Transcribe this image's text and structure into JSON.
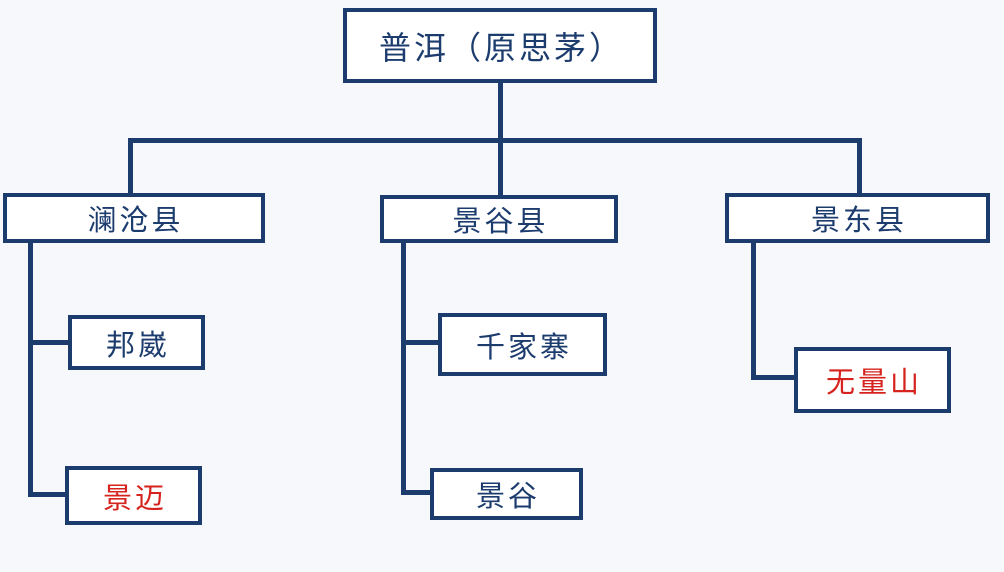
{
  "colors": {
    "navy": "#1c3c6e",
    "red": "#d6231e",
    "box_fill": "#ffffff",
    "background": "#f7f8fb"
  },
  "tree": {
    "root": {
      "label": "普洱（原思茅）"
    },
    "branches": [
      {
        "label": "澜沧县",
        "children": [
          {
            "label": "邦崴",
            "emphasis": "normal"
          },
          {
            "label": "景迈",
            "emphasis": "red"
          }
        ]
      },
      {
        "label": "景谷县",
        "children": [
          {
            "label": "千家寨",
            "emphasis": "normal"
          },
          {
            "label": "景谷",
            "emphasis": "normal"
          }
        ]
      },
      {
        "label": "景东县",
        "children": [
          {
            "label": "无量山",
            "emphasis": "red"
          }
        ]
      }
    ]
  }
}
